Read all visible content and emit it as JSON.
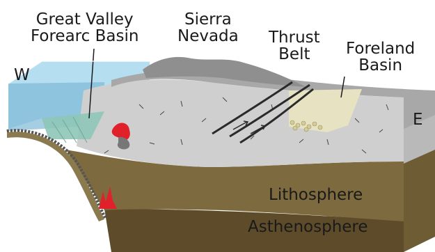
{
  "labels": {
    "great_valley_line1": "Great Valley",
    "great_valley_line2": "Forearc Basin",
    "sierra_line1": "Sierra",
    "sierra_line2": "Nevada",
    "thrust_line1": "Thrust",
    "thrust_line2": "Belt",
    "foreland_line1": "Foreland",
    "foreland_line2": "Basin",
    "west": "W",
    "east": "E",
    "lithosphere": "Lithosphere",
    "asthenosphere": "Asthenosphere"
  },
  "colors": {
    "ocean": "#a9d8ee",
    "ocean_deep": "#7fb9d6",
    "forearc": "#8ec6b8",
    "crust": "#c9c9c9",
    "mountains": "#9b9b9b",
    "foreland": "#e7e2c2",
    "lithosphere": "#7d6a3e",
    "asthenosphere": "#5d4b2a",
    "magma": "#e0202a",
    "subducting_slab": "#555555"
  }
}
